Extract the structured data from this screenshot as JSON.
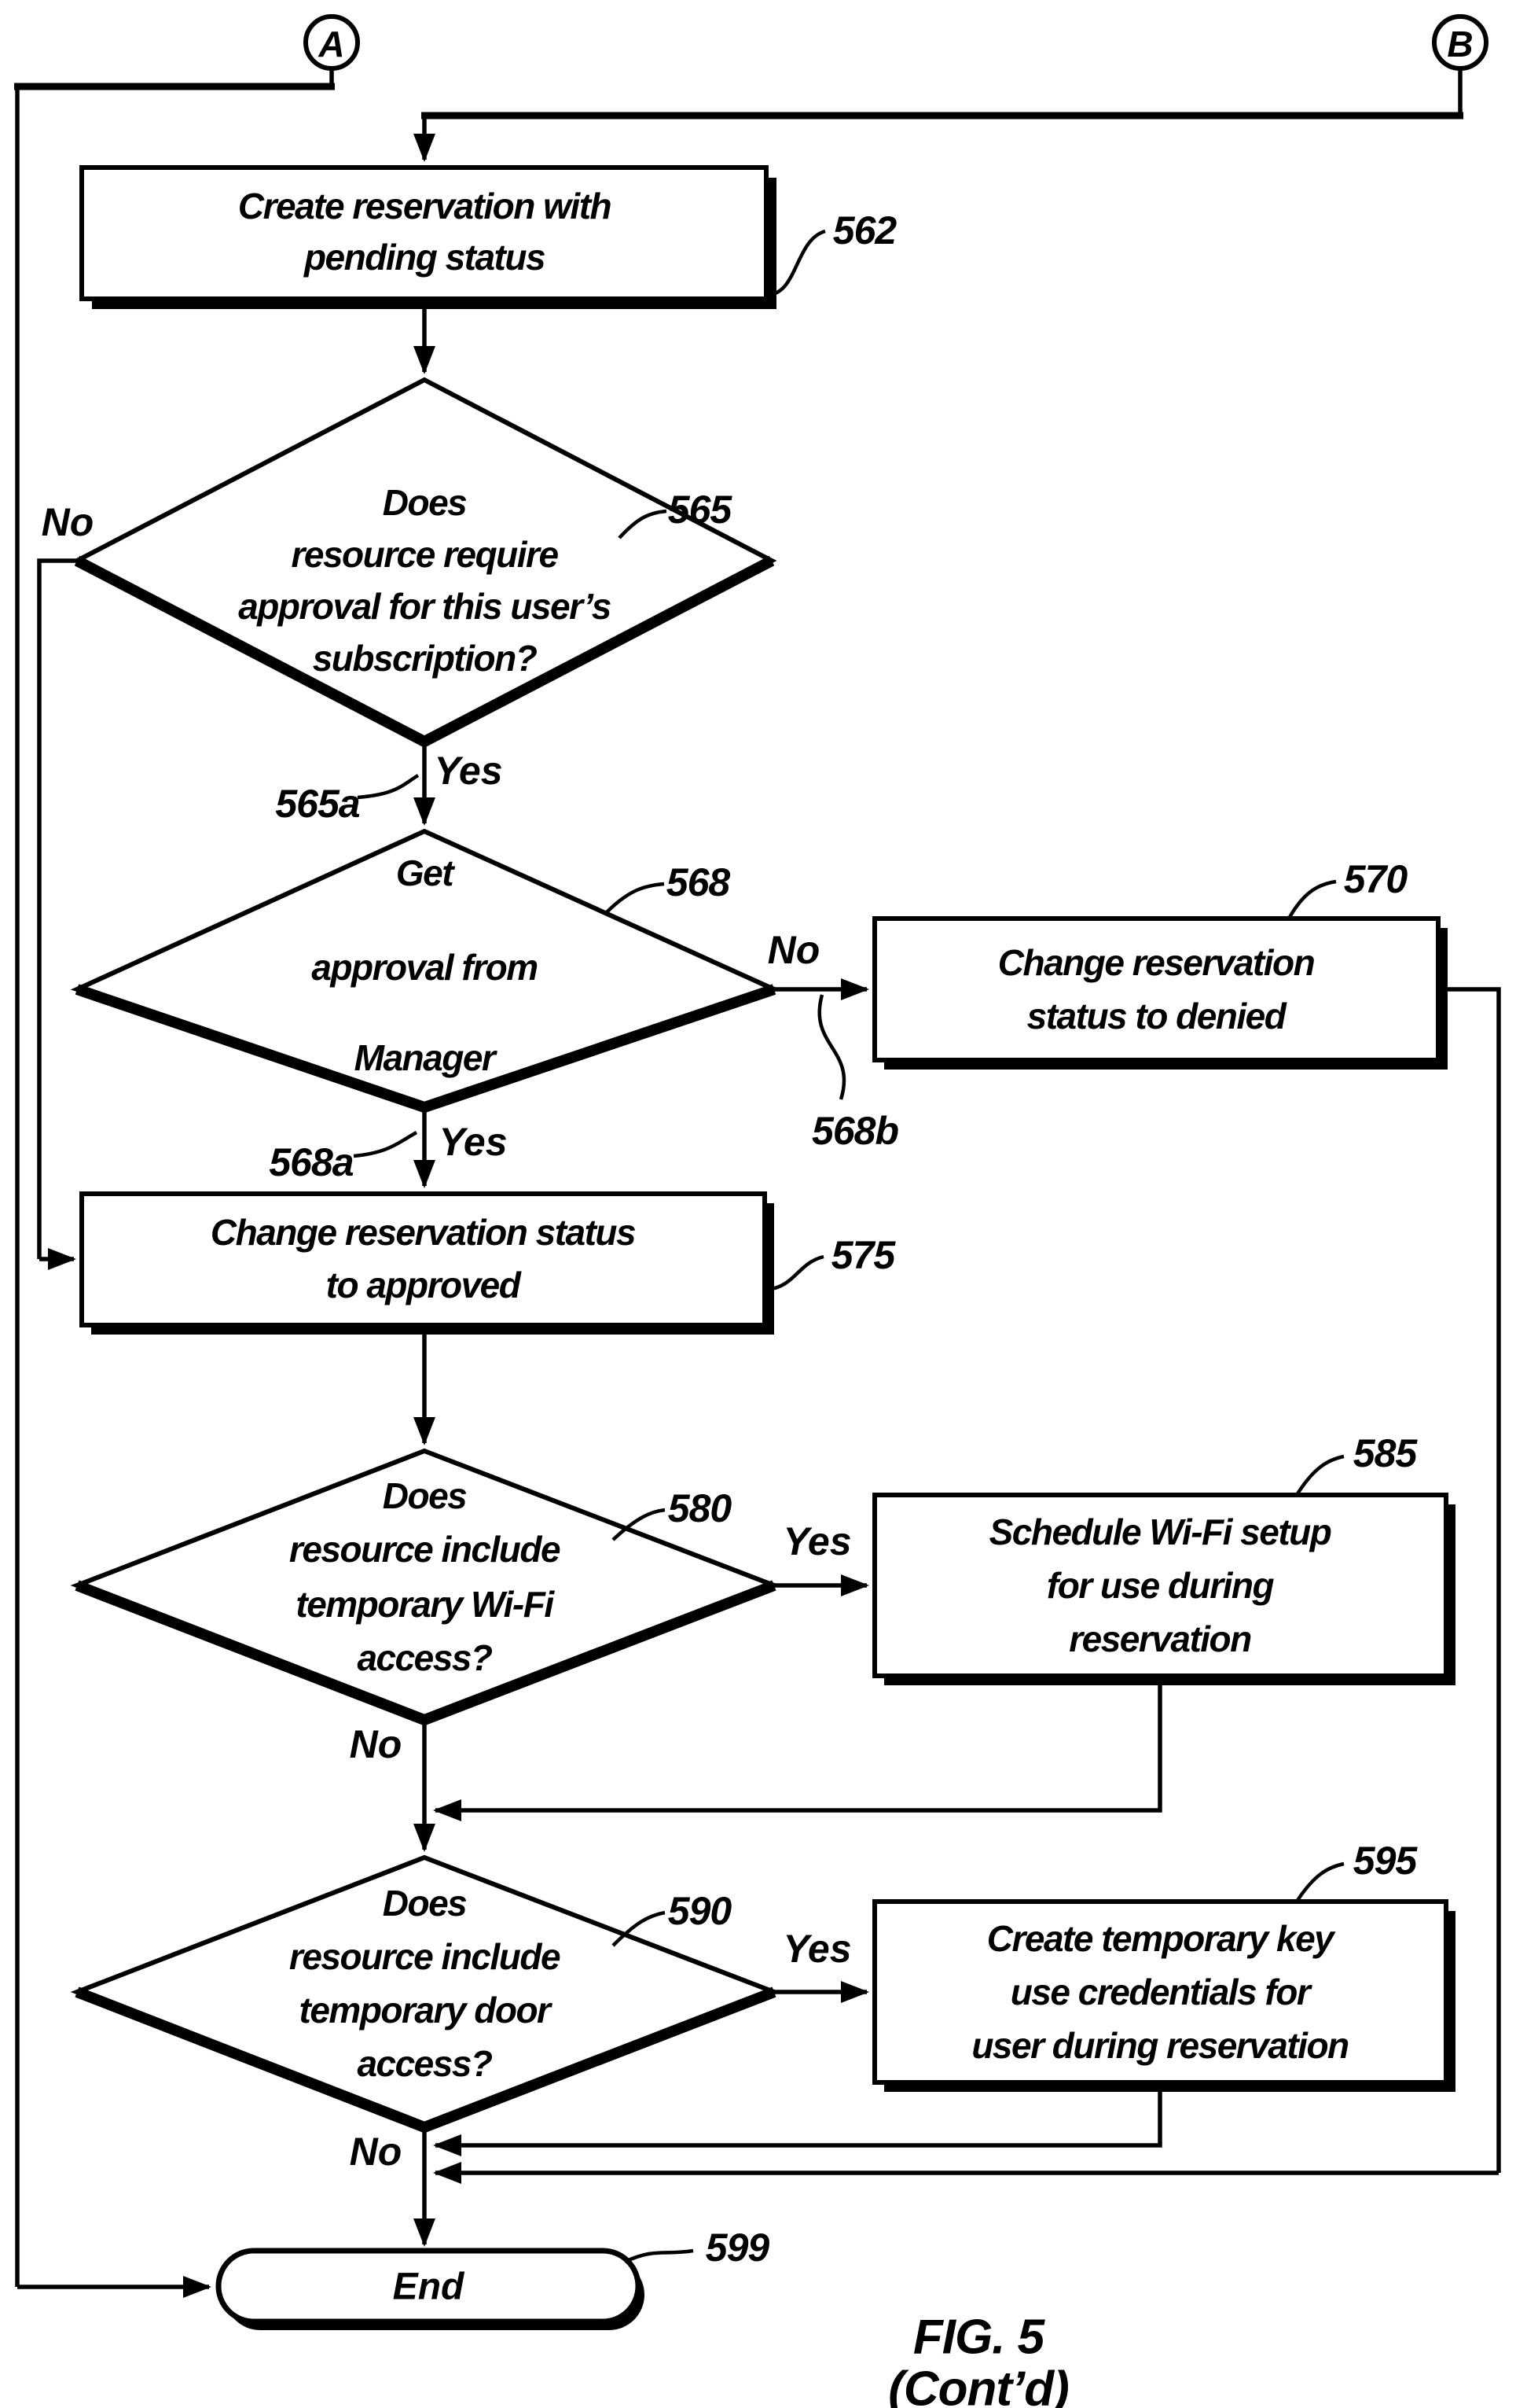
{
  "figure": {
    "title": "FIG. 5",
    "subtitle": "(Cont’d)"
  },
  "connectors": {
    "a": "A",
    "b": "B"
  },
  "nodes": {
    "box562": {
      "ref": "562",
      "lines": [
        "Create reservation with",
        "pending status"
      ]
    },
    "dec565": {
      "ref": "565",
      "lines": [
        "Does",
        "resource require",
        "approval for this user’s",
        "subscription?"
      ]
    },
    "dec568": {
      "ref": "568",
      "lines": [
        "Get",
        "approval from",
        "Manager"
      ]
    },
    "box570": {
      "ref": "570",
      "lines": [
        "Change reservation",
        "status to denied"
      ]
    },
    "box575": {
      "ref": "575",
      "lines": [
        "Change reservation status",
        "to approved"
      ]
    },
    "dec580": {
      "ref": "580",
      "lines": [
        "Does",
        "resource include",
        "temporary Wi-Fi",
        "access?"
      ]
    },
    "box585": {
      "ref": "585",
      "lines": [
        "Schedule Wi-Fi setup",
        "for use during",
        "reservation"
      ]
    },
    "dec590": {
      "ref": "590",
      "lines": [
        "Does",
        "resource include",
        "temporary door",
        "access?"
      ]
    },
    "box595": {
      "ref": "595",
      "lines": [
        "Create temporary key",
        "use credentials for",
        "user during reservation"
      ]
    },
    "end599": {
      "ref": "599",
      "label": "End"
    }
  },
  "branch_labels": {
    "no565": "No",
    "yes565": "Yes",
    "yes565_ref": "565a",
    "no568": "No",
    "no568_ref": "568b",
    "yes568": "Yes",
    "yes568_ref": "568a",
    "yes580": "Yes",
    "no580": "No",
    "yes590": "Yes",
    "no590": "No"
  }
}
